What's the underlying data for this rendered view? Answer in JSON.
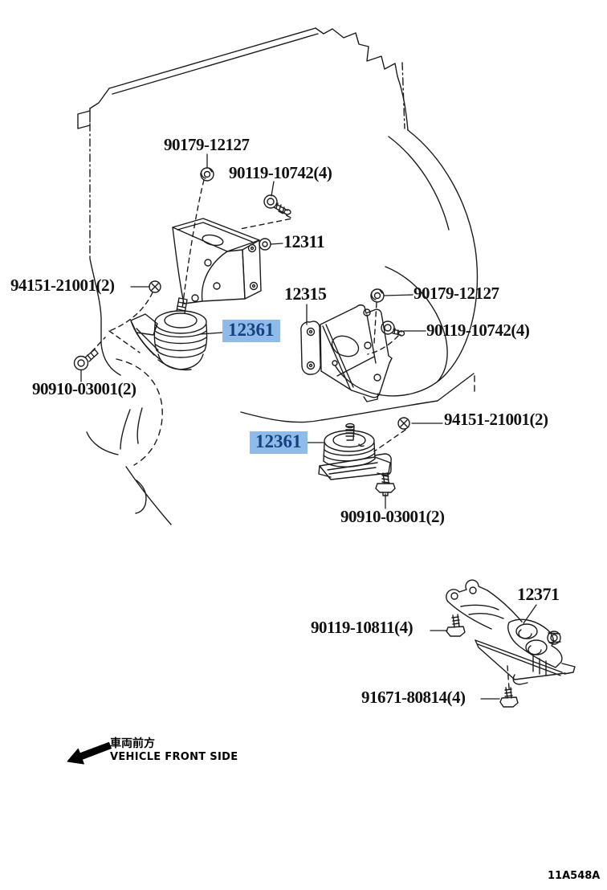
{
  "diagram": {
    "drawing_code": "11A548A",
    "highlight_bg": "#8fbbea",
    "highlight_text_color": "#16407e",
    "line_color": "#1c1c1c",
    "labels": {
      "nut_90179_top": "90179-12127",
      "bolt_90119_top": "90119-10742(4)",
      "bracket_front": "12311",
      "nut_94151_left": "94151-21001(2)",
      "insulator_front": "12361",
      "bracket_rear": "12315",
      "nut_90179_right": "90179-12127",
      "bolt_90119_right": "90119-10742(4)",
      "bolt_90910_left": "90910-03001(2)",
      "nut_94151_right": "94151-21001(2)",
      "insulator_rear": "12361",
      "bolt_90910_lower": "90910-03001(2)",
      "mounting_rear": "12371",
      "bolt_90119_10811": "90119-10811(4)",
      "bolt_91671": "91671-80814(4)"
    },
    "front_side": {
      "jp": "車両前方",
      "en": "VEHICLE FRONT SIDE"
    }
  }
}
